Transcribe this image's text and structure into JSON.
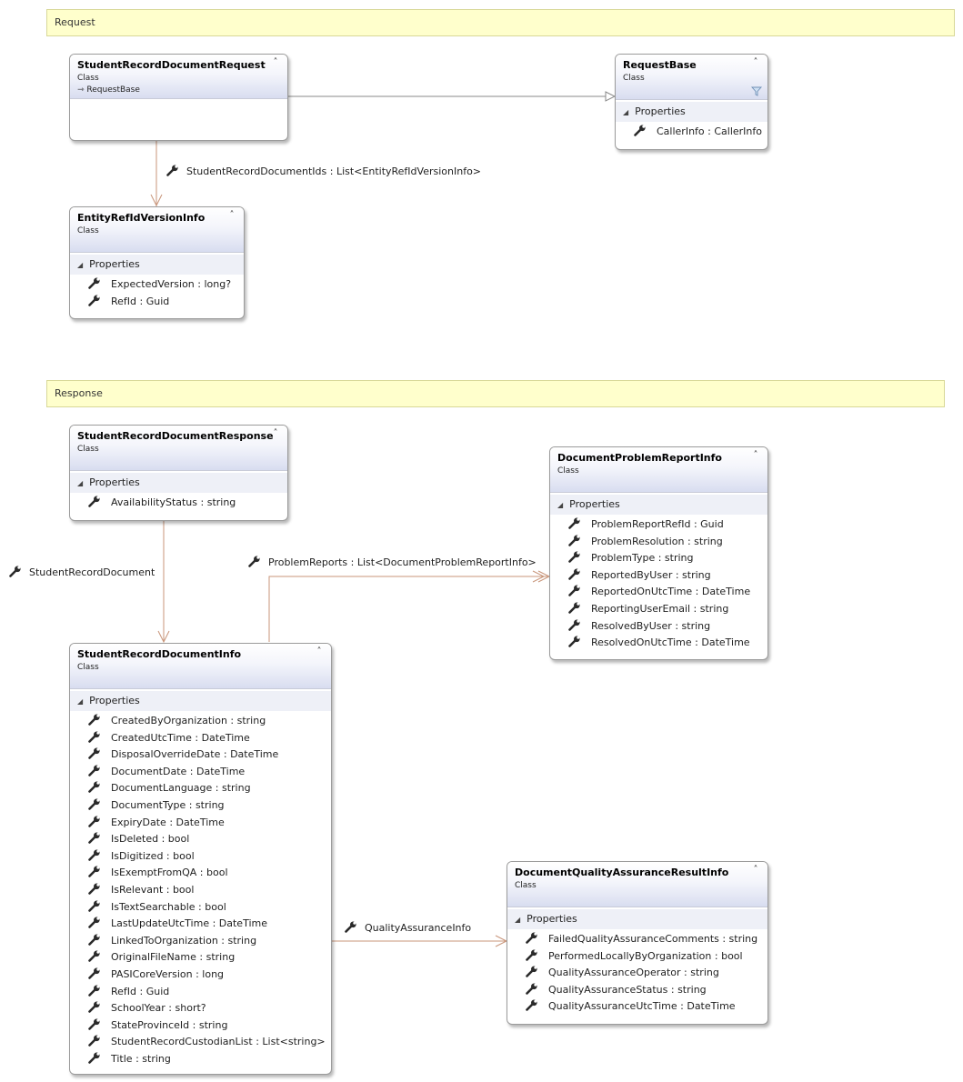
{
  "groups": {
    "request": "Request",
    "response": "Response"
  },
  "classes": {
    "student_record_document_request": {
      "name": "StudentRecordDocumentRequest",
      "kind": "Class",
      "base": "RequestBase"
    },
    "request_base": {
      "name": "RequestBase",
      "kind": "Class",
      "section": "Properties",
      "props": [
        "CallerInfo : CallerInfo"
      ]
    },
    "entity_ref_id_version_info": {
      "name": "EntityRefIdVersionInfo",
      "kind": "Class",
      "section": "Properties",
      "props": [
        "ExpectedVersion : long?",
        "RefId : Guid"
      ]
    },
    "student_record_document_response": {
      "name": "StudentRecordDocumentResponse",
      "kind": "Class",
      "section": "Properties",
      "props": [
        "AvailabilityStatus : string"
      ]
    },
    "document_problem_report_info": {
      "name": "DocumentProblemReportInfo",
      "kind": "Class",
      "section": "Properties",
      "props": [
        "ProblemReportRefId : Guid",
        "ProblemResolution : string",
        "ProblemType : string",
        "ReportedByUser : string",
        "ReportedOnUtcTime : DateTime",
        "ReportingUserEmail : string",
        "ResolvedByUser : string",
        "ResolvedOnUtcTime : DateTime"
      ]
    },
    "student_record_document_info": {
      "name": "StudentRecordDocumentInfo",
      "kind": "Class",
      "section": "Properties",
      "props": [
        "CreatedByOrganization : string",
        "CreatedUtcTime : DateTime",
        "DisposalOverrideDate : DateTime",
        "DocumentDate : DateTime",
        "DocumentLanguage : string",
        "DocumentType : string",
        "ExpiryDate : DateTime",
        "IsDeleted : bool",
        "IsDigitized : bool",
        "IsExemptFromQA : bool",
        "IsRelevant : bool",
        "IsTextSearchable : bool",
        "LastUpdateUtcTime : DateTime",
        "LinkedToOrganization : string",
        "OriginalFileName : string",
        "PASICoreVersion : long",
        "RefId : Guid",
        "SchoolYear : short?",
        "StateProvinceId : string",
        "StudentRecordCustodianList : List<string>",
        "Title : string"
      ]
    },
    "document_quality_assurance_result_info": {
      "name": "DocumentQualityAssuranceResultInfo",
      "kind": "Class",
      "section": "Properties",
      "props": [
        "FailedQualityAssuranceComments : string",
        "PerformedLocallyByOrganization : bool",
        "QualityAssuranceOperator : string",
        "QualityAssuranceStatus : string",
        "QualityAssuranceUtcTime : DateTime"
      ]
    }
  },
  "associations": {
    "student_record_document_ids": "StudentRecordDocumentIds : List<EntityRefIdVersionInfo>",
    "student_record_document": "StudentRecordDocument",
    "problem_reports": "ProblemReports : List<DocumentProblemReportInfo>",
    "quality_assurance_info": "QualityAssuranceInfo"
  },
  "colors": {
    "group_fill": "#ffffcc",
    "association_line": "#c8957a",
    "inheritance_line": "#8a8a8a",
    "header_gradient_end": "#d8ddf0",
    "section_fill": "#eef0f7"
  },
  "icons": {
    "property": "wrench-icon",
    "collapse": "double-chevron-up-icon",
    "section_toggle": "triangle-down-icon",
    "inherits": "arrow-right-icon",
    "filter": "filter-icon"
  }
}
